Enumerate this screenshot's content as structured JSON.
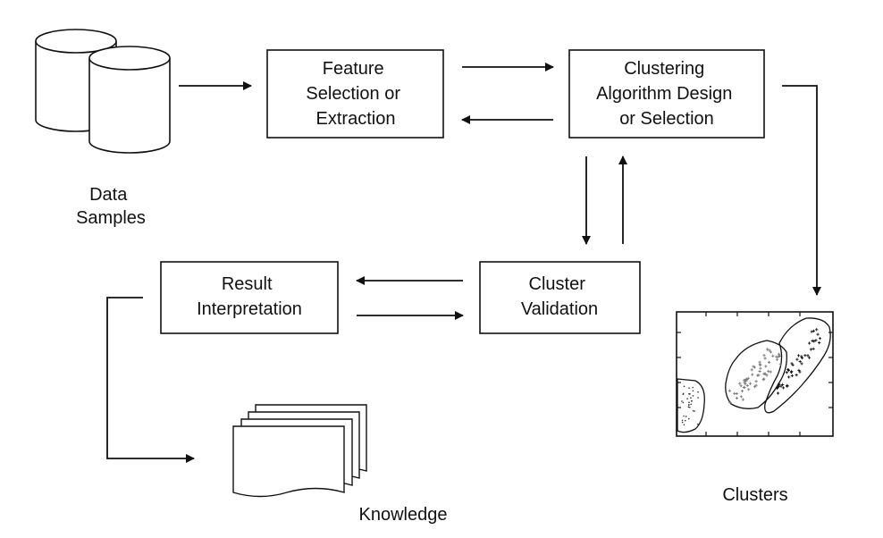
{
  "diagram": {
    "data_samples": {
      "label": [
        "Data",
        "Samples"
      ]
    },
    "feature_box": {
      "label": [
        "Feature",
        "Selection or",
        "Extraction"
      ]
    },
    "algo_box": {
      "label": [
        "Clustering",
        "Algorithm Design",
        "or Selection"
      ]
    },
    "validation_box": {
      "label": [
        "Cluster",
        "Validation"
      ]
    },
    "interpretation_box": {
      "label": [
        "Result",
        "Interpretation"
      ]
    },
    "knowledge": {
      "label": "Knowledge"
    },
    "clusters": {
      "label": "Clusters"
    }
  }
}
